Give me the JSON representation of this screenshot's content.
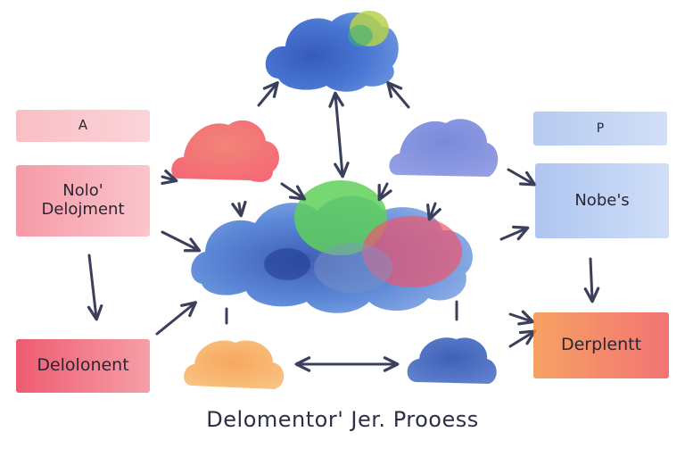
{
  "diagram": {
    "caption": "Delomentor' Jer. Prooess",
    "boxes": {
      "a": "A",
      "node_deployment_line1": "Nolo'",
      "node_deployment_line2": "Delojment",
      "deployment_left": "Delolonent",
      "b": "P",
      "nodes": "Nobe's",
      "deployment_right": "Derplentt"
    }
  },
  "colors": {
    "blue": "#3f6fd0",
    "red": "#f0566e",
    "green": "#5bd05a",
    "orange": "#f4a64a",
    "arrow": "#3a3f5c"
  },
  "icons": [
    "cloud-icon",
    "arrow-icon",
    "double-arrow-icon"
  ]
}
